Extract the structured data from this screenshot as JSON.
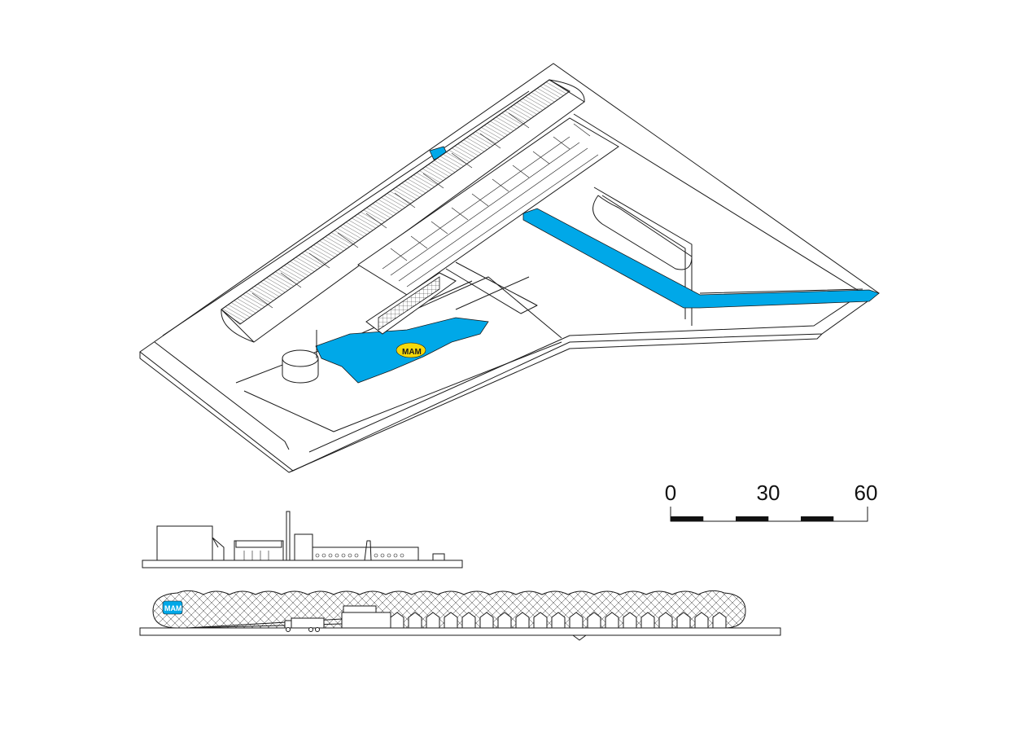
{
  "drawing": {
    "logo_text": "MAM",
    "scale_bar": {
      "ticks": [
        "0",
        "30",
        "60"
      ]
    },
    "colors": {
      "water": "#00a8e8",
      "line": "#1a1a1a",
      "background": "#ffffff",
      "logo_yellow": "#f5d90a"
    },
    "views": [
      "isometric-site-plan",
      "side-elevation",
      "long-section"
    ]
  }
}
